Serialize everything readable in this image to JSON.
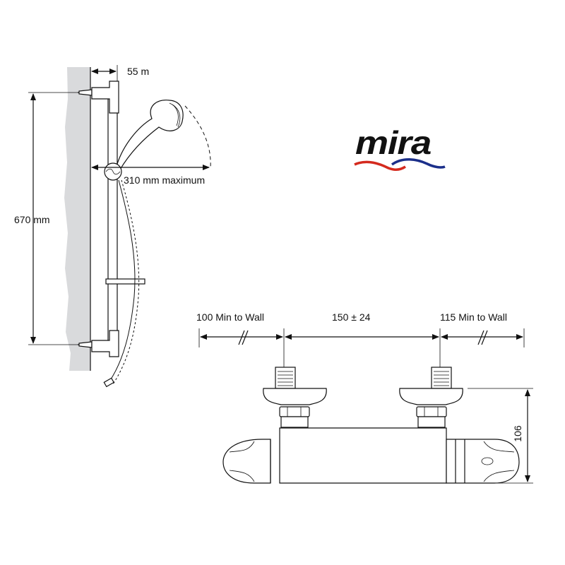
{
  "shower_kit": {
    "height_label": "670 mm",
    "depth_label": "55 m",
    "reach_label": "310 mm maximum"
  },
  "logo": {
    "brand": "mira",
    "colors": {
      "text": "#111111",
      "red_wave": "#d42a1e",
      "blue_wave": "#1b2f8a"
    }
  },
  "valve": {
    "left_clearance_label": "100 Min to Wall",
    "centres_label": "150 ± 24",
    "right_clearance_label": "115 Min to Wall",
    "height_label": "106"
  },
  "colors": {
    "wall": "#d9dadc",
    "line": "#111111"
  }
}
